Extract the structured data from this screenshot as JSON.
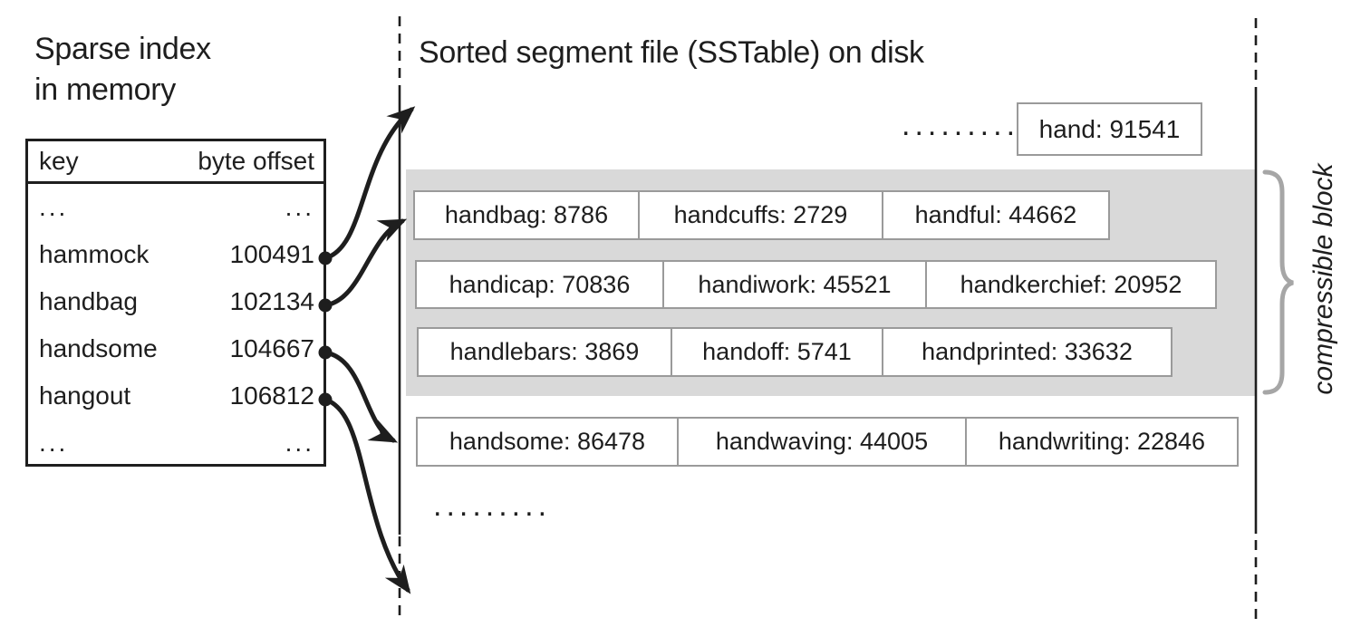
{
  "left_panel": {
    "title_line1": "Sparse index",
    "title_line2": "in memory",
    "table": {
      "key_header": "key",
      "offset_header": "byte offset",
      "rows": [
        {
          "key": "...",
          "offset": "..."
        },
        {
          "key": "hammock",
          "offset": "100491"
        },
        {
          "key": "handbag",
          "offset": "102134"
        },
        {
          "key": "handsome",
          "offset": "104667"
        },
        {
          "key": "hangout",
          "offset": "106812"
        },
        {
          "key": "...",
          "offset": "..."
        }
      ]
    }
  },
  "disk_panel": {
    "title": "Sorted segment file (SSTable) on disk",
    "top_ellipsis": ".........",
    "top_box_label": "hand: 91541",
    "rows": [
      [
        "handbag: 8786",
        "handcuffs: 2729",
        "handful: 44662"
      ],
      [
        "handicap: 70836",
        "handiwork: 45521",
        "handkerchief: 20952"
      ],
      [
        "handlebars: 3869",
        "handoff: 5741",
        "handprinted: 33632"
      ],
      [
        "handsome: 86478",
        "handwaving: 44005",
        "handwriting: 22846"
      ]
    ],
    "bottom_ellipsis": "........."
  },
  "annotations": {
    "compressible_label": "compressible block"
  },
  "colors": {
    "ink": "#1e1e1e",
    "gray_block": "#d9d9d9",
    "box_border": "#9a9a9a",
    "brace": "#a6a6a6"
  }
}
